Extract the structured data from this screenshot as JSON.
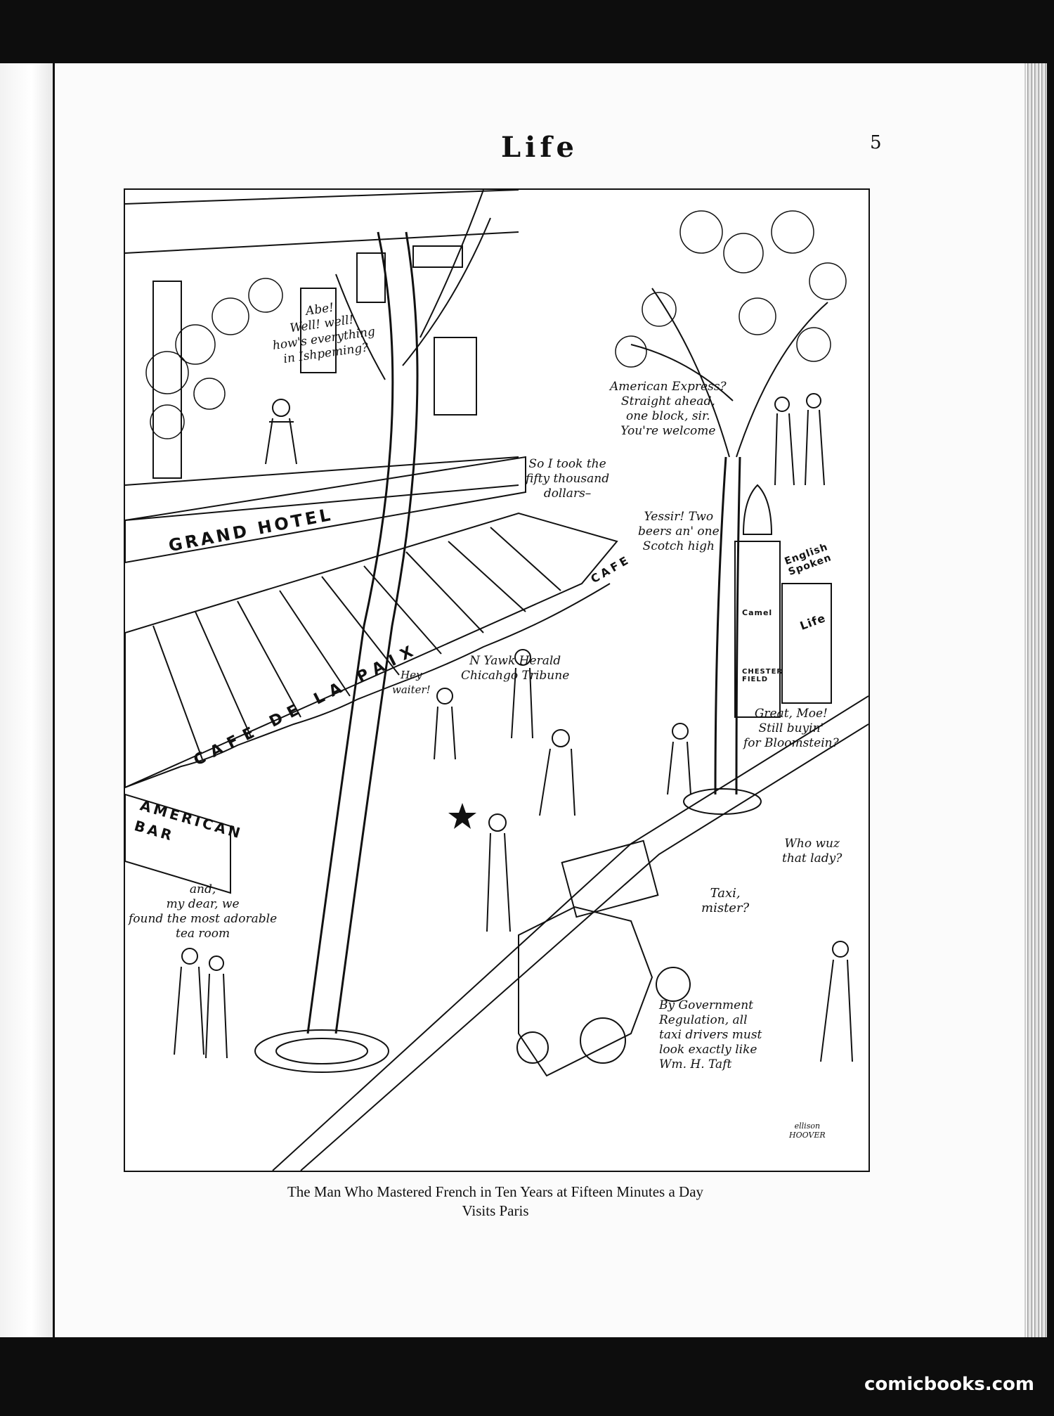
{
  "page": {
    "magazine_title": "Life",
    "page_number": "5",
    "caption_line1": "The Man Who Mastered French in Ten Years at Fifteen Minutes a Day",
    "caption_line2": "Visits Paris",
    "watermark": "comicbooks.com"
  },
  "signs": {
    "grand_hotel": "GRAND HOTEL",
    "cafe_de_la_paix": "CAFE DE LA PAIX",
    "cafe_small": "CAFE",
    "american_bar": "AMERICAN\nBAR",
    "kiosk_english": "English\nSpoken",
    "kiosk_life": "Life",
    "kiosk_camel": "Camel",
    "kiosk_chesterfield": "CHESTER\nFIELD"
  },
  "balloons": {
    "hotel": "Abe!\nWell! well!\nhow's everything\nin Ishpeming?",
    "express": "American Express?\nStraight ahead,\none block, sir.\nYou're welcome",
    "fifty": "So I took the\nfifty thousand\ndollars–",
    "waiter": "Yessir! Two\nbeers an' one\nScotch high",
    "hey_waiter": "Hey\nwaiter!",
    "newsboy": "N Yawk Herald\nChicahgo Tribune",
    "moe": "Great, Moe!\nStill buyin'\nfor Bloomstein?",
    "lady_q": "Who wuz\nthat lady?",
    "tea": "and,\nmy dear, we\nfound the most adorable\ntea room",
    "taxi": "Taxi,\nmister?",
    "taft": "By Government\nRegulation, all\ntaxi drivers must\nlook exactly like\nWm. H. Taft",
    "signature": "ellison\nHOOVER"
  }
}
